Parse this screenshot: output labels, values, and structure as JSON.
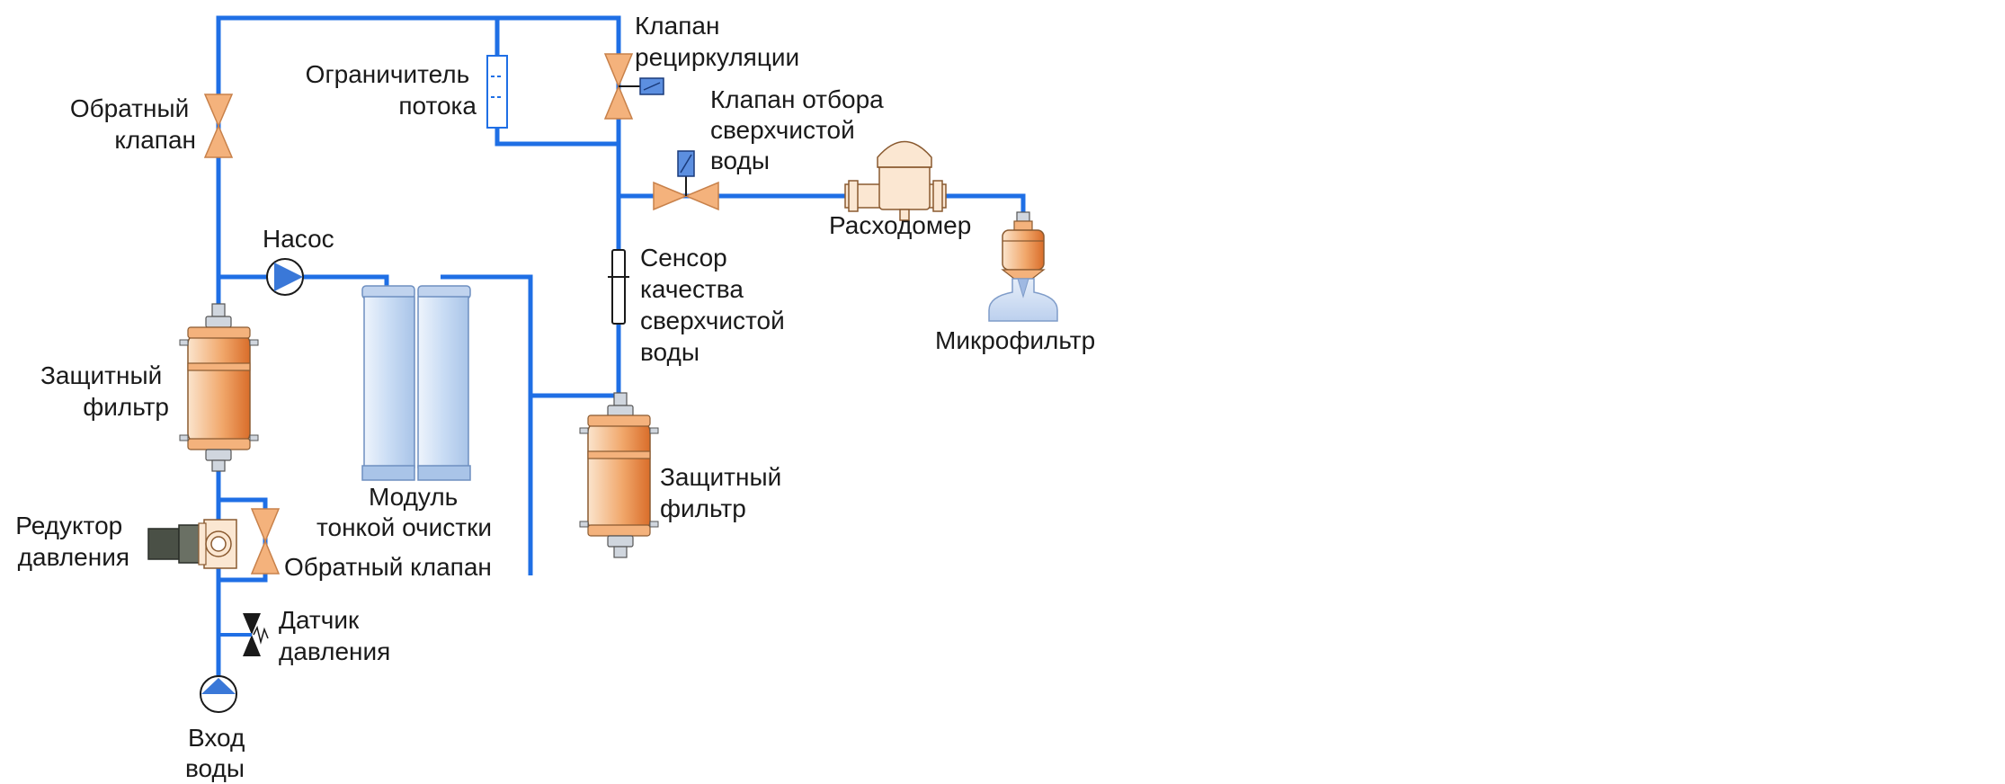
{
  "labels": {
    "check_valve_top": [
      "Обратный",
      "клапан"
    ],
    "flow_limiter": [
      "Ограничитель",
      "потока"
    ],
    "recirc_valve": [
      "Клапан",
      "рециркуляции"
    ],
    "dispense_valve": [
      "Клапан отбора",
      "сверхчистой",
      "воды"
    ],
    "flowmeter": "Расходомер",
    "pump": "Насос",
    "quality_sensor": [
      "Сенсор",
      "качества",
      "сверхчистой",
      "воды"
    ],
    "microfilter": "Микрофильтр",
    "guard_filter_left": [
      "Защитный",
      "фильтр"
    ],
    "polishing_module": [
      "Модуль",
      "тонкой очистки"
    ],
    "guard_filter_right": [
      "Защитный",
      "фильтр"
    ],
    "pressure_reducer": [
      "Редуктор",
      "давления"
    ],
    "check_valve_bottom": "Обратный клапан",
    "pressure_sensor": [
      "Датчик",
      "давления"
    ],
    "water_inlet": [
      "Вход",
      "воды"
    ]
  },
  "colors": {
    "pipe": "#1f6fe5",
    "valve": "#f4b27c",
    "filter": "#e9884a",
    "cartridge": "#cfe0f5",
    "dark": "#4a5046"
  }
}
